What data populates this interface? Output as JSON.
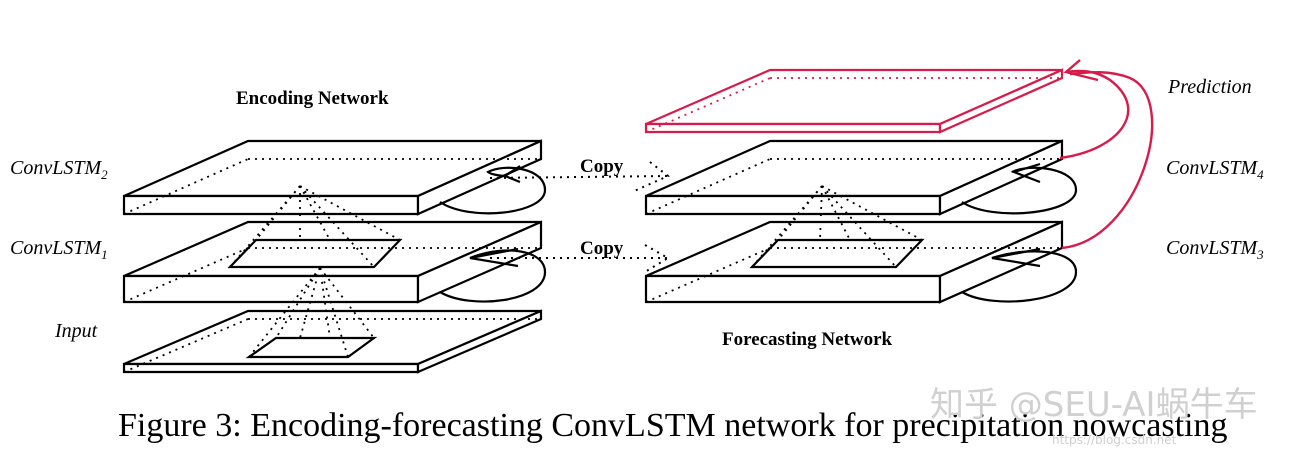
{
  "diagram": {
    "encoding_title": "Encoding Network",
    "forecasting_title": "Forecasting Network",
    "labels": {
      "convlstm2": "ConvLSTM",
      "convlstm2_sub": "2",
      "convlstm1": "ConvLSTM",
      "convlstm1_sub": "1",
      "input": "Input",
      "prediction": "Prediction",
      "convlstm4": "ConvLSTM",
      "convlstm4_sub": "4",
      "convlstm3": "ConvLSTM",
      "convlstm3_sub": "3",
      "copy_top": "Copy",
      "copy_bottom": "Copy"
    },
    "caption": "Figure 3: Encoding-forecasting ConvLSTM network for precipitation nowcasting",
    "colors": {
      "line": "#000000",
      "prediction": "#d81b4a",
      "watermark": "#d0d0d0"
    }
  },
  "watermark": {
    "text": "知乎 @SEU-AI蜗牛车",
    "url": "https://blog.csdn.net"
  }
}
